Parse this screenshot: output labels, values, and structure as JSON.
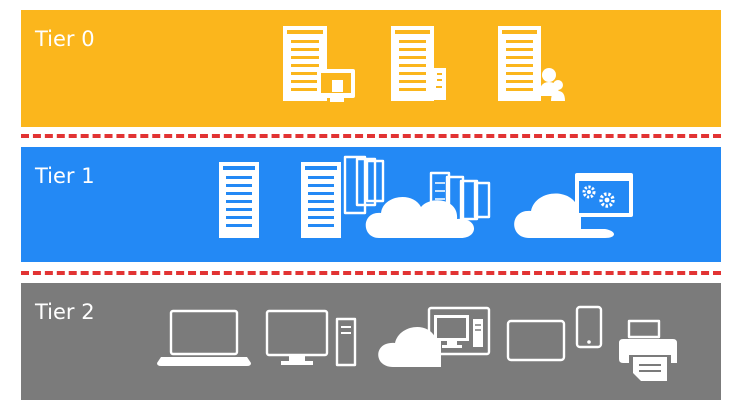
{
  "colors": {
    "tier0": "#fbb61c",
    "tier1": "#2389f5",
    "tier2": "#7b7b7b",
    "divider": "#e23333"
  },
  "tiers": [
    {
      "label": "Tier 0",
      "icons": [
        "server-with-admin-console-icon",
        "server-with-certificate-icon",
        "server-with-users-icon"
      ]
    },
    {
      "label": "Tier 1",
      "icons": [
        "server-icon",
        "server-cluster-icon",
        "cloud-server-cluster-icon",
        "cloud-application-settings-icon"
      ]
    },
    {
      "label": "Tier 2",
      "icons": [
        "laptop-icon",
        "desktop-pc-icon",
        "cloud-virtual-desktop-icon",
        "tablet-icon",
        "smartphone-icon",
        "printer-icon"
      ]
    }
  ]
}
